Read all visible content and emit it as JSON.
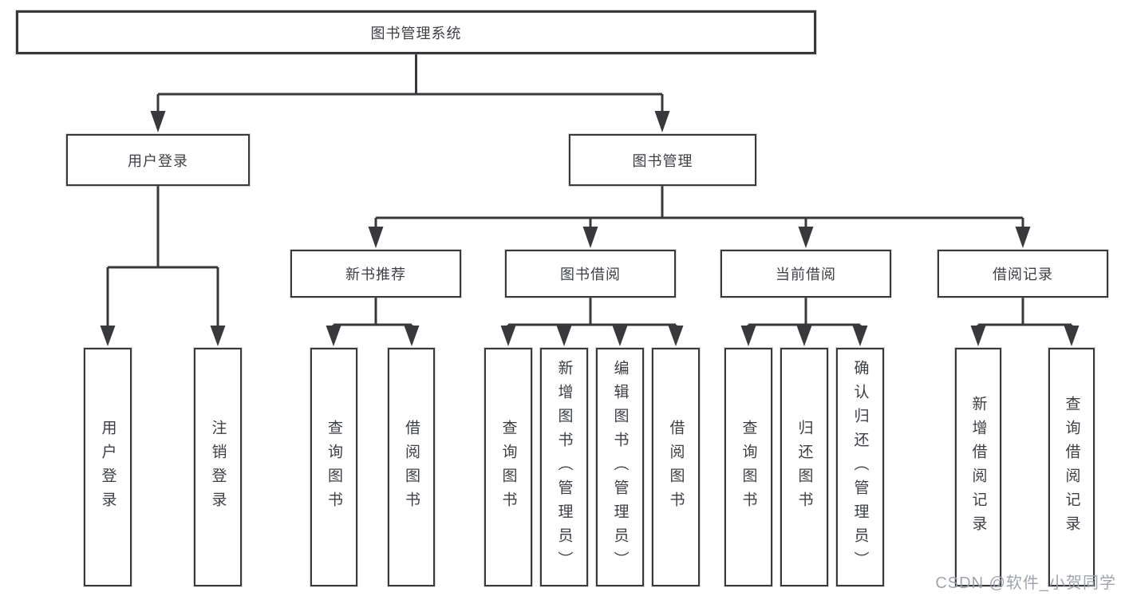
{
  "diagram": {
    "root": "图书管理系统",
    "branches": [
      {
        "label": "用户登录",
        "leaves": [
          "用户登录",
          "注销登录"
        ]
      },
      {
        "label": "图书管理",
        "groups": [
          {
            "label": "新书推荐",
            "leaves": [
              "查询图书",
              "借阅图书"
            ]
          },
          {
            "label": "图书借阅",
            "leaves": [
              "查询图书",
              "新增图书（管理员）",
              "编辑图书（管理员）",
              "借阅图书"
            ]
          },
          {
            "label": "当前借阅",
            "leaves": [
              "查询图书",
              "归还图书",
              "确认归还（管理员）"
            ]
          },
          {
            "label": "借阅记录",
            "leaves": [
              "新增借阅记录",
              "查询借阅记录"
            ]
          }
        ]
      }
    ]
  },
  "watermark": {
    "text": "CSDN @软件_小贺同学"
  },
  "colors": {
    "line": "#37393d",
    "text": "#3c4045",
    "watermark": "#9aa0a8",
    "background": "#ffffff"
  }
}
